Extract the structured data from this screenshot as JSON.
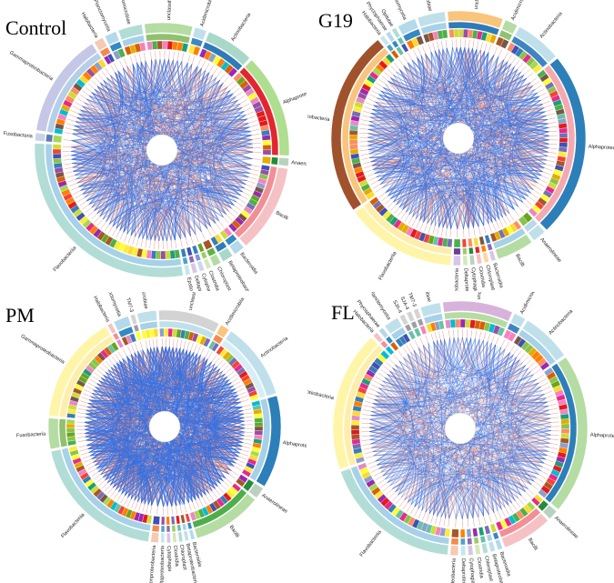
{
  "colors": {
    "positive_link": "#e8755e",
    "negative_link": "#2f6fe6",
    "palette": [
      "#e41a1c",
      "#377eb8",
      "#4daf4a",
      "#984ea3",
      "#ff7f00",
      "#ffff33",
      "#a65628",
      "#f781bf",
      "#66c2a5",
      "#fc8d62",
      "#8da0cb",
      "#e78ac3",
      "#a6d854",
      "#ffd92f",
      "#1b9e77",
      "#d95f02",
      "#7570b3",
      "#e7298a",
      "#66a61e",
      "#e6ab02",
      "#00bcd4",
      "#8bc34a",
      "#9c27b0",
      "#ffeb3b",
      "#795548",
      "#3f51b5",
      "#cddc39",
      "#f44336"
    ]
  },
  "panels": [
    {
      "id": "control",
      "title": "Control",
      "sectors": [
        {
          "label": "unclassified",
          "span": 6,
          "outer": "#b5dca2",
          "mid": "#8fc16e"
        },
        {
          "label": "Acidimicrobiia",
          "span": 1.5,
          "outer": "#bfe0ea",
          "mid": "#3e86c2"
        },
        {
          "label": "Actinobacteria",
          "span": 6,
          "outer": "#a9d8c9",
          "mid": "#2f7ab8"
        },
        {
          "label": "Alphaproteobacteria",
          "span": 13,
          "outer": "#aede8f",
          "mid": "#e3262d"
        },
        {
          "label": "Anaerolineae",
          "span": 1,
          "outer": "#b9d2bf",
          "mid": "#238c3a"
        },
        {
          "label": "Bacilli",
          "span": 11,
          "outer": "#f5c1c4",
          "mid": "#f28e96"
        },
        {
          "label": "Bacteroidia",
          "span": 1.4,
          "outer": "#b3d9ea",
          "mid": "#3389c3"
        },
        {
          "label": "Betaproteobacteria",
          "span": 1.4,
          "outer": "#a9d8c9",
          "mid": "#2f7ab8"
        },
        {
          "label": "Chloroplast",
          "span": 1,
          "outer": "#b5dca2",
          "mid": "#60b046"
        },
        {
          "label": "Clostridia",
          "span": 0.6,
          "outer": "#d4e8b8",
          "mid": "#9ccc65"
        },
        {
          "label": "Cytophagia",
          "span": 0.6,
          "outer": "#c9d7ee",
          "mid": "#7e97d1"
        },
        {
          "label": "Deltaproteobacteria",
          "span": 0.6,
          "outer": "#d8c6e6",
          "mid": "#8c6bb1"
        },
        {
          "label": "Epsilonproteobacteria",
          "span": 0.6,
          "outer": "#c6e6ef",
          "mid": "#4aa3c6"
        },
        {
          "label": "Flavobacteriia",
          "span": 28,
          "outer": "#b2ddd6",
          "mid": "#a6d1e8"
        },
        {
          "label": "Fusobacteria",
          "span": 1,
          "outer": "#c9d3e8",
          "mid": "#5a79b6"
        },
        {
          "label": "Gammaproteobacteria",
          "span": 13,
          "outer": "#c5c7e6",
          "mid": "#b6cfe8"
        },
        {
          "label": "Halobacteria",
          "span": 1.2,
          "outer": "#f6c9b3",
          "mid": "#f48a4e"
        },
        {
          "label": "Planctomycetia",
          "span": 1.5,
          "outer": "#b3d9ea",
          "mid": "#3389c3"
        },
        {
          "label": "Verrucomicrobiae",
          "span": 3,
          "outer": "#b2ddd6",
          "mid": "#a6d1e8"
        }
      ]
    },
    {
      "id": "g19",
      "title": "G19",
      "sectors": [
        {
          "label": "unclassified",
          "span": 6,
          "outer": "#f9c47c",
          "mid": "#2f7ab8"
        },
        {
          "label": "Acidimicrobiia",
          "span": 1.4,
          "outer": "#b5dca2",
          "mid": "#8fc16e"
        },
        {
          "label": "Actinobacteria",
          "span": 5,
          "outer": "#bfe0ea",
          "mid": "#3e86c2"
        },
        {
          "label": "Alphaproteobacteria",
          "span": 20,
          "outer": "#2c7fb8",
          "mid": "#f4a9b0"
        },
        {
          "label": "Anaerolineae",
          "span": 1.5,
          "outer": "#bfe0ea",
          "mid": "#b9d8ec"
        },
        {
          "label": "Bacilli",
          "span": 4,
          "outer": "#b5dca2",
          "mid": "#a6d1e8"
        },
        {
          "label": "Bacteroidia",
          "span": 0.5,
          "outer": "#d8c6e6",
          "mid": "#8c6bb1"
        },
        {
          "label": "Chloroplast",
          "span": 0.5,
          "outer": "#ffd59b",
          "mid": "#ff7f00"
        },
        {
          "label": "Clostridia",
          "span": 0.5,
          "outer": "#f5c1c4",
          "mid": "#e3262d"
        },
        {
          "label": "Cytophagia",
          "span": 0.5,
          "outer": "#b9d2bf",
          "mid": "#238c3a"
        },
        {
          "label": "Deltaproteobacteria",
          "span": 0.5,
          "outer": "#d4e8b8",
          "mid": "#9ccc65"
        },
        {
          "label": "Epsilonproteobacteria",
          "span": 0.8,
          "outer": "#d8c6e6",
          "mid": "#6a3d9a"
        },
        {
          "label": "Flavobacteriia",
          "span": 12,
          "outer": "#fff5a8",
          "mid": "#ffeeaa"
        },
        {
          "label": "Gammaproteobacteria",
          "span": 20,
          "outer": "#a0522d",
          "mid": "#f9c47c"
        },
        {
          "label": "Halobacteria",
          "span": 0.5,
          "outer": "#c6e6ef",
          "mid": "#4aa3c6"
        },
        {
          "label": "Phycisphaerae",
          "span": 0.5,
          "outer": "#b3d9ea",
          "mid": "#3389c3"
        },
        {
          "label": "Opitutae",
          "span": 0.5,
          "outer": "#b2ddd6",
          "mid": "#66c2a5"
        },
        {
          "label": "Planctomycetia",
          "span": 2,
          "outer": "#b3d9ea",
          "mid": "#3389c3"
        },
        {
          "label": "Verrucomicrobiae",
          "span": 3,
          "outer": "#bfe0ea",
          "mid": "#a6d1e8"
        }
      ]
    },
    {
      "id": "pm",
      "title": "PM",
      "sectors": [
        {
          "label": "unclassified",
          "span": 8,
          "outer": "#d3d3d3",
          "mid": "#bfe0ea"
        },
        {
          "label": "Acidimicrobiia",
          "span": 1.2,
          "outer": "#f9c47c",
          "mid": "#f48a4e"
        },
        {
          "label": "Actinobacteria",
          "span": 10,
          "outer": "#bfe0ea",
          "mid": "#d8eef6"
        },
        {
          "label": "Alphaproteobacteria",
          "span": 12,
          "outer": "#2c7fb8",
          "mid": "#a6d1e8"
        },
        {
          "label": "Anaerolineae",
          "span": 1.5,
          "outer": "#b9d2bf",
          "mid": "#238c3a"
        },
        {
          "label": "Bacilli",
          "span": 9,
          "outer": "#b5dca2",
          "mid": "#4daf4a"
        },
        {
          "label": "Bacteroidia",
          "span": 0.5,
          "outer": "#b3d9ea",
          "mid": "#3389c3"
        },
        {
          "label": "Betaproteobacteria",
          "span": 0.5,
          "outer": "#bfe0ea",
          "mid": "#a6d1e8"
        },
        {
          "label": "Chloroplast",
          "span": 0.5,
          "outer": "#b2ddd6",
          "mid": "#66c2a5"
        },
        {
          "label": "Clostridia",
          "span": 0.5,
          "outer": "#d4e8b8",
          "mid": "#9ccc65"
        },
        {
          "label": "Cytophagia",
          "span": 0.5,
          "outer": "#d8c6e6",
          "mid": "#8c6bb1"
        },
        {
          "label": "Deltaproteobacteria",
          "span": 0.5,
          "outer": "#c6e6ef",
          "mid": "#4aa3c6"
        },
        {
          "label": "Epsilonproteobacteria",
          "span": 1,
          "outer": "#f6c9b3",
          "mid": "#f48a4e"
        },
        {
          "label": "Flavobacteriia",
          "span": 18,
          "outer": "#b2ddd6",
          "mid": "#a6d1e8"
        },
        {
          "label": "Fusobacteria",
          "span": 4,
          "outer": "#b5dca2",
          "mid": "#8fc16e"
        },
        {
          "label": "Gammaproteobacteria",
          "span": 14,
          "outer": "#fff5a8",
          "mid": "#ffeeaa"
        },
        {
          "label": "Halobacteria",
          "span": 0.6,
          "outer": "#f5c1c4",
          "mid": "#f28e96"
        },
        {
          "label": "Planctomycetia",
          "span": 2,
          "outer": "#b3d9ea",
          "mid": "#3389c3"
        },
        {
          "label": "TM7-3",
          "span": 0.6,
          "outer": "#d3d3d3",
          "mid": "#9e9e9e"
        },
        {
          "label": "Verrucomicrobiae",
          "span": 2.5,
          "outer": "#bfe0ea",
          "mid": "#a6d1e8"
        }
      ]
    },
    {
      "id": "fl",
      "title": "FL",
      "sectors": [
        {
          "label": "unclassified",
          "span": 7,
          "outer": "#d7b3dc",
          "mid": "#b5dca2"
        },
        {
          "label": "Acidimicrobiia",
          "span": 1.2,
          "outer": "#bfe0ea",
          "mid": "#3e86c2"
        },
        {
          "label": "Actinobacteria",
          "span": 5,
          "outer": "#bfe0ea",
          "mid": "#a6d1e8"
        },
        {
          "label": "Alphaproteobacteria",
          "span": 16,
          "outer": "#b5dca2",
          "mid": "#2c7fb8"
        },
        {
          "label": "Anaerolineae",
          "span": 1,
          "outer": "#b9d2bf",
          "mid": "#238c3a"
        },
        {
          "label": "Bacilli",
          "span": 5,
          "outer": "#f5c1c4",
          "mid": "#f28e96"
        },
        {
          "label": "Bacteroidia",
          "span": 0.5,
          "outer": "#b3d9ea",
          "mid": "#3389c3"
        },
        {
          "label": "Betaproteobacteria",
          "span": 0.5,
          "outer": "#bfe0ea",
          "mid": "#a6d1e8"
        },
        {
          "label": "Chloroplast",
          "span": 0.5,
          "outer": "#b2ddd6",
          "mid": "#66c2a5"
        },
        {
          "label": "Clostridia",
          "span": 0.5,
          "outer": "#d4e8b8",
          "mid": "#9ccc65"
        },
        {
          "label": "Cytophagia",
          "span": 0.5,
          "outer": "#d8c6e6",
          "mid": "#8c6bb1"
        },
        {
          "label": "Deltaproteobacteria",
          "span": 0.5,
          "outer": "#c6e6ef",
          "mid": "#4aa3c6"
        },
        {
          "label": "Epsilonproteobacteria",
          "span": 0.8,
          "outer": "#f6c9b3",
          "mid": "#f48a4e"
        },
        {
          "label": "Flavobacteriia",
          "span": 14,
          "outer": "#b2ddd6",
          "mid": "#a6d1e8"
        },
        {
          "label": "Gammaproteobacteria",
          "span": 14,
          "outer": "#fff5a8",
          "mid": "#ffeeaa"
        },
        {
          "label": "Halobacteria",
          "span": 0.5,
          "outer": "#f5c1c4",
          "mid": "#f28e96"
        },
        {
          "label": "Phycisphaerae",
          "span": 0.5,
          "outer": "#b3d9ea",
          "mid": "#3389c3"
        },
        {
          "label": "Planctomycetia",
          "span": 1.5,
          "outer": "#bfe0ea",
          "mid": "#a6d1e8"
        },
        {
          "label": "SJA-4",
          "span": 0.5,
          "outer": "#d3d3d3",
          "mid": "#9e9e9e"
        },
        {
          "label": "SJA-4",
          "span": 0.5,
          "outer": "#d3d3d3",
          "mid": "#9e9e9e"
        },
        {
          "label": "TM7-3",
          "span": 0.5,
          "outer": "#d3d3d3",
          "mid": "#9e9e9e"
        },
        {
          "label": "Verrucomicrobiae",
          "span": 2,
          "outer": "#bfe0ea",
          "mid": "#a6d1e8"
        }
      ]
    }
  ]
}
